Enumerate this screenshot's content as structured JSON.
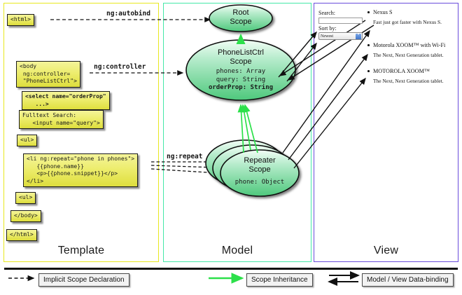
{
  "panels": {
    "template": {
      "title": "Template",
      "border_color": "#e8e81f"
    },
    "model": {
      "title": "Model",
      "border_color": "#45e8a8"
    },
    "view": {
      "title": "View",
      "border_color": "#6a4ddb"
    }
  },
  "template_code_boxes": [
    {
      "id": "html-open",
      "text": "<html>"
    },
    {
      "id": "body-open",
      "text": "<body\n ng:controller=\n \"PhoneListCtrl\">"
    },
    {
      "id": "select",
      "text": "<select name=\"orderProp\"\n   ...>"
    },
    {
      "id": "fulltext",
      "text": "Fulltext Search:\n   <input name=\"query\">"
    },
    {
      "id": "ul-open",
      "text": "<ul>"
    },
    {
      "id": "li-repeat",
      "text": "<li ng:repeat=\"phone in phones\">\n   {{phone.name}}\n   <p>{{phone.snippet}}</p>\n</li>"
    },
    {
      "id": "ul-close",
      "text": "<ul>"
    },
    {
      "id": "body-close",
      "text": "</body>"
    },
    {
      "id": "html-close",
      "text": "</html>"
    }
  ],
  "wire_labels": {
    "autobind": "ng:autobind",
    "controller": "ng:controller",
    "repeat": "ng:repeat"
  },
  "scopes": [
    {
      "id": "root",
      "title": "Root\nScope",
      "title_lines": [
        "Root",
        "Scope"
      ],
      "props": []
    },
    {
      "id": "ctrl",
      "title": "PhoneListCtrl Scope",
      "title_lines": [
        "PhoneListCtrl",
        "Scope"
      ],
      "props": [
        {
          "text": "phones: Array",
          "bold": false
        },
        {
          "text": "query: String",
          "bold": false
        },
        {
          "text": "orderProp: String",
          "bold": true
        }
      ]
    },
    {
      "id": "repeater",
      "title": "Repeater Scope",
      "title_lines": [
        "Repeater",
        "Scope"
      ],
      "props": [
        {
          "text": "phone: Object",
          "bold": false
        }
      ]
    }
  ],
  "view": {
    "search_label": "Search:",
    "search_value": "",
    "search_placeholder": "",
    "sort_label": "Sort by:",
    "sort_selected": "Newest",
    "sort_options": [
      "Newest"
    ],
    "items": [
      {
        "name": "Nexus S",
        "snippet": "Fast just got faster with Nexus S."
      },
      {
        "name": "Motorola XOOM™  with Wi-Fi",
        "snippet": "The Next, Next Generation tablet."
      },
      {
        "name": "MOTOROLA XOOM™",
        "snippet": "The Next, Next Generation tablet."
      }
    ]
  },
  "legend": [
    {
      "id": "implicit-scope-declaration",
      "label": "Implicit Scope Declaration",
      "arrow": "dashed-right",
      "color": "#111111"
    },
    {
      "id": "scope-inheritance",
      "label": "Scope Inheritance",
      "arrow": "solid-right",
      "color": "#2ce04a"
    },
    {
      "id": "model-view-data-binding",
      "label": "Model / View Data-binding",
      "arrow": "bidirectional",
      "color": "#111111"
    }
  ],
  "colors": {
    "code_box_fill": "#ebeb6a",
    "scope_fill_light": "#eafaef",
    "scope_fill_dark": "#55cf82",
    "inheritance_green": "#2ce04a"
  }
}
